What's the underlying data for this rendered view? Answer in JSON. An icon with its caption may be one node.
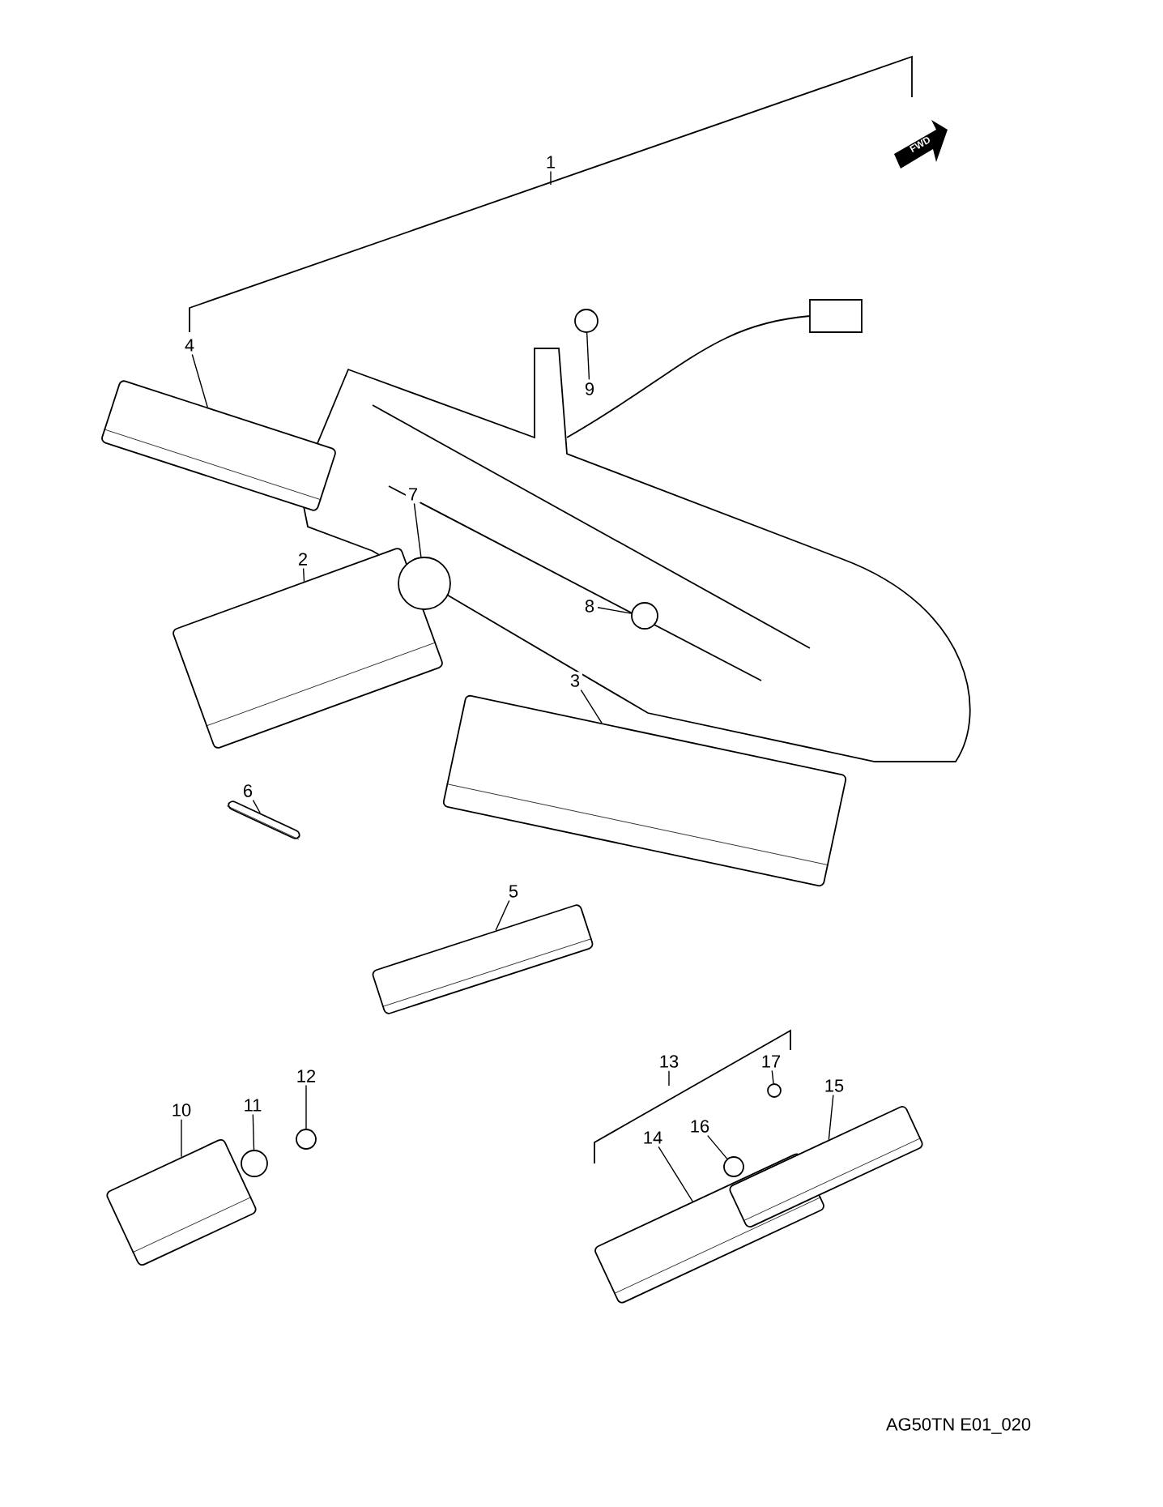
{
  "diagram": {
    "nodes": [
      {
        "text": [
          "1"
        ]
      },
      {
        "text": [
          "2"
        ]
      },
      {
        "text": [
          "3"
        ]
      },
      {
        "text": [
          "4"
        ]
      },
      {
        "text": [
          "5"
        ]
      },
      {
        "text": [
          "6"
        ]
      },
      {
        "text": [
          "7"
        ]
      },
      {
        "text": [
          "8"
        ]
      },
      {
        "text": [
          "9"
        ]
      },
      {
        "text": [
          "10"
        ]
      },
      {
        "text": [
          "11"
        ]
      },
      {
        "text": [
          "12"
        ]
      },
      {
        "text": [
          "13"
        ]
      },
      {
        "text": [
          "14"
        ]
      },
      {
        "text": [
          "15"
        ]
      },
      {
        "text": [
          "16"
        ]
      },
      {
        "text": [
          "17"
        ]
      },
      {
        "text": [],
        "shape": "picture"
      },
      {
        "text": [],
        "shape": "picture"
      },
      {
        "text": [],
        "shape": "picture"
      },
      {
        "text": [],
        "shape": "picture"
      },
      {
        "text": [],
        "shape": "picture"
      },
      {
        "text": [],
        "shape": "circle"
      },
      {
        "text": [],
        "shape": "circle"
      },
      {
        "text": [],
        "shape": "circle"
      },
      {
        "text": [],
        "shape": "picture"
      },
      {
        "text": [],
        "shape": "circle"
      },
      {
        "text": [],
        "shape": "circle"
      },
      {
        "text": [],
        "shape": "picture"
      },
      {
        "text": [],
        "shape": "picture"
      },
      {
        "text": [],
        "shape": "circle"
      },
      {
        "text": [],
        "shape": "circle"
      }
    ],
    "edges": [
      {
        "from": 0,
        "to": null,
        "arrow": "none"
      },
      {
        "from": 1,
        "to": 17,
        "arrow": "none"
      },
      {
        "from": 2,
        "to": 18,
        "arrow": "none"
      },
      {
        "from": 3,
        "to": 19,
        "arrow": "none"
      },
      {
        "from": 4,
        "to": 20,
        "arrow": "none"
      },
      {
        "from": 5,
        "to": 21,
        "arrow": "none"
      },
      {
        "from": 6,
        "to": 22,
        "arrow": "none"
      },
      {
        "from": 7,
        "to": 23,
        "arrow": "none"
      },
      {
        "from": 8,
        "to": 24,
        "arrow": "none"
      },
      {
        "from": 9,
        "to": 25,
        "arrow": "none"
      },
      {
        "from": 10,
        "to": 26,
        "arrow": "none"
      },
      {
        "from": 11,
        "to": 27,
        "arrow": "none"
      },
      {
        "from": 12,
        "to": null,
        "arrow": "none"
      },
      {
        "from": 13,
        "to": 28,
        "arrow": "none"
      },
      {
        "from": 14,
        "to": 29,
        "arrow": "none"
      },
      {
        "from": 15,
        "to": 30,
        "arrow": "none"
      },
      {
        "from": 16,
        "to": 31,
        "arrow": "none"
      }
    ],
    "labels": [
      "FWD",
      "AG50TN E01_020"
    ]
  }
}
